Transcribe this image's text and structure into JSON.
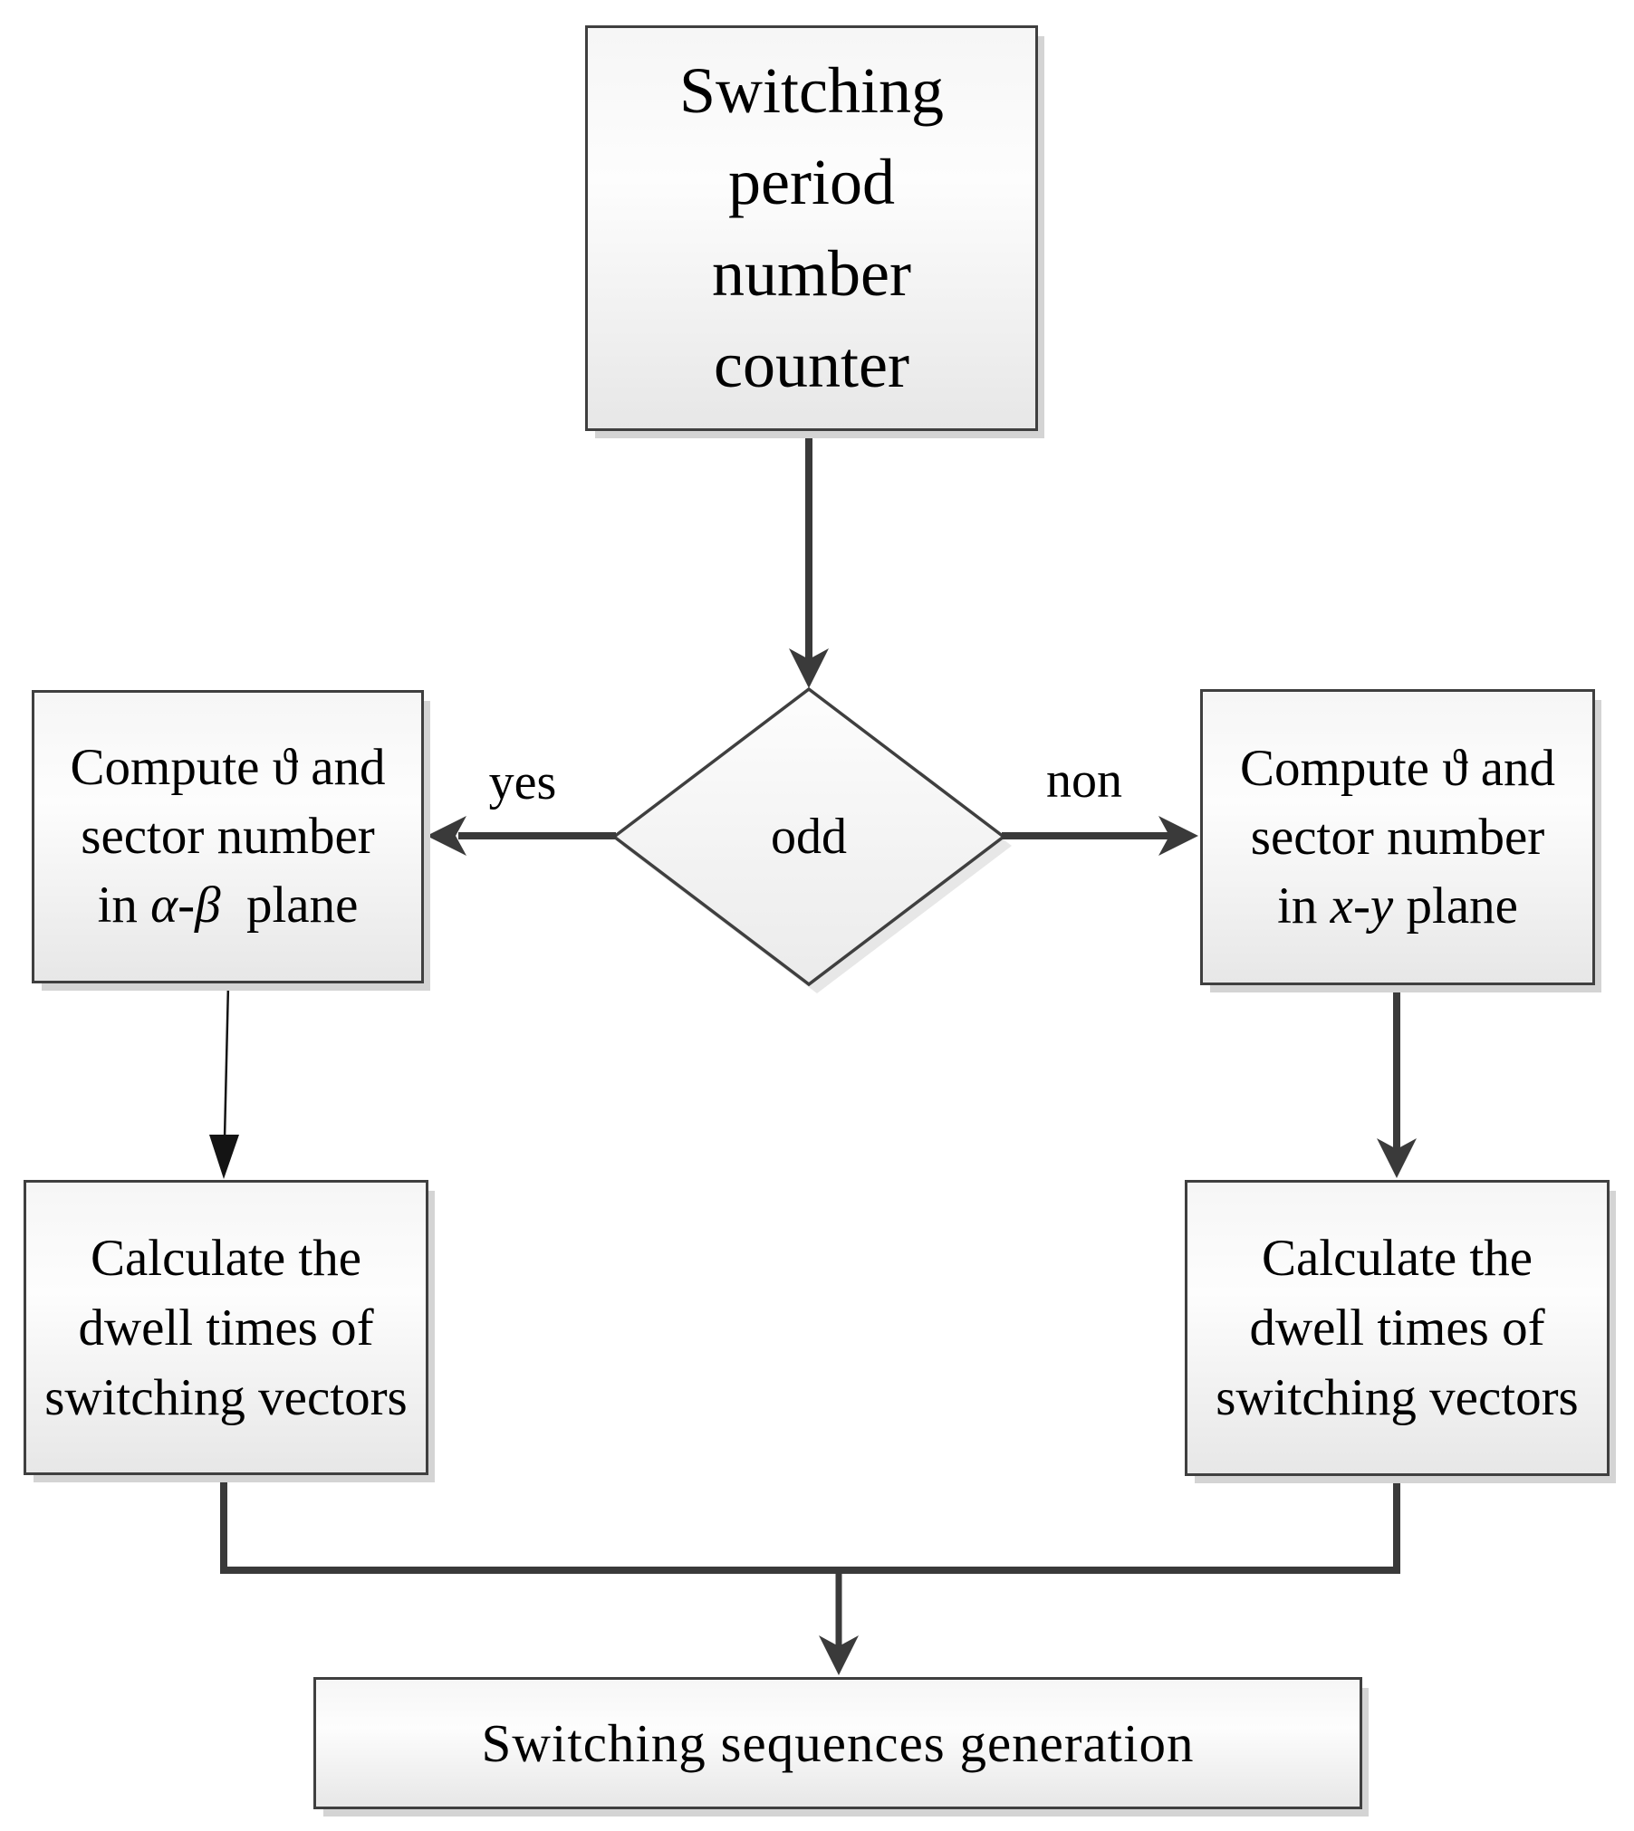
{
  "flowchart": {
    "nodes": {
      "counter": {
        "lines": [
          "Switching",
          "period",
          "number",
          "counter"
        ]
      },
      "decision": {
        "label": "odd"
      },
      "compute_ab": {
        "line1": "Compute ϑ and",
        "line2": "sector number",
        "line3_prefix": "in ",
        "line3_math": "α-β",
        "line3_suffix": "  plane"
      },
      "compute_xy": {
        "line1": "Compute ϑ and",
        "line2": "sector number",
        "line3_prefix": "in ",
        "line3_math": "x-y",
        "line3_suffix": " plane"
      },
      "dwell_left": {
        "lines": [
          "Calculate the",
          "dwell times of",
          "switching vectors"
        ]
      },
      "dwell_right": {
        "lines": [
          "Calculate the",
          "dwell times of",
          "switching vectors"
        ]
      },
      "output": {
        "label": "Switching sequences generation"
      }
    },
    "edges": {
      "yes_label": "yes",
      "non_label": "non"
    },
    "colors": {
      "border": "#3f3f3f",
      "arrow": "#3a3a3a",
      "thin_arrow": "#141414",
      "fill_top": "#f6f6f6",
      "fill_bottom": "#e7e7e7",
      "shadow": "#d4d4d4",
      "text": "#000000"
    }
  }
}
